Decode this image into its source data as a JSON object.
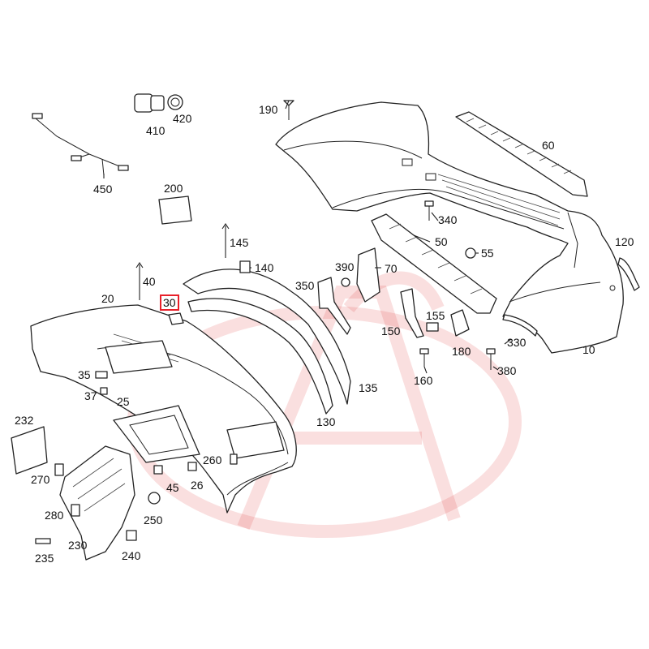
{
  "diagram": {
    "highlight_color": "#e8202a",
    "watermark_color": "#e23b3b",
    "labels": [
      {
        "id": "p10",
        "text": "10"
      },
      {
        "id": "p20",
        "text": "20"
      },
      {
        "id": "p25",
        "text": "25"
      },
      {
        "id": "p26",
        "text": "26"
      },
      {
        "id": "p30",
        "text": "30",
        "highlighted": true
      },
      {
        "id": "p35",
        "text": "35"
      },
      {
        "id": "p37",
        "text": "37"
      },
      {
        "id": "p40",
        "text": "40"
      },
      {
        "id": "p45",
        "text": "45"
      },
      {
        "id": "p50",
        "text": "50"
      },
      {
        "id": "p55",
        "text": "55"
      },
      {
        "id": "p60",
        "text": "60"
      },
      {
        "id": "p70",
        "text": "70"
      },
      {
        "id": "p120",
        "text": "120"
      },
      {
        "id": "p130",
        "text": "130"
      },
      {
        "id": "p135",
        "text": "135"
      },
      {
        "id": "p140",
        "text": "140"
      },
      {
        "id": "p145",
        "text": "145"
      },
      {
        "id": "p150",
        "text": "150"
      },
      {
        "id": "p155",
        "text": "155"
      },
      {
        "id": "p160",
        "text": "160"
      },
      {
        "id": "p180",
        "text": "180"
      },
      {
        "id": "p190",
        "text": "190"
      },
      {
        "id": "p200",
        "text": "200"
      },
      {
        "id": "p230",
        "text": "230"
      },
      {
        "id": "p232",
        "text": "232"
      },
      {
        "id": "p235",
        "text": "235"
      },
      {
        "id": "p240",
        "text": "240"
      },
      {
        "id": "p250",
        "text": "250"
      },
      {
        "id": "p260",
        "text": "260"
      },
      {
        "id": "p270",
        "text": "270"
      },
      {
        "id": "p280",
        "text": "280"
      },
      {
        "id": "p330",
        "text": "330"
      },
      {
        "id": "p340",
        "text": "340"
      },
      {
        "id": "p350",
        "text": "350"
      },
      {
        "id": "p380",
        "text": "380"
      },
      {
        "id": "p390",
        "text": "390"
      },
      {
        "id": "p410",
        "text": "410"
      },
      {
        "id": "p420",
        "text": "420"
      },
      {
        "id": "p450",
        "text": "450"
      }
    ]
  }
}
